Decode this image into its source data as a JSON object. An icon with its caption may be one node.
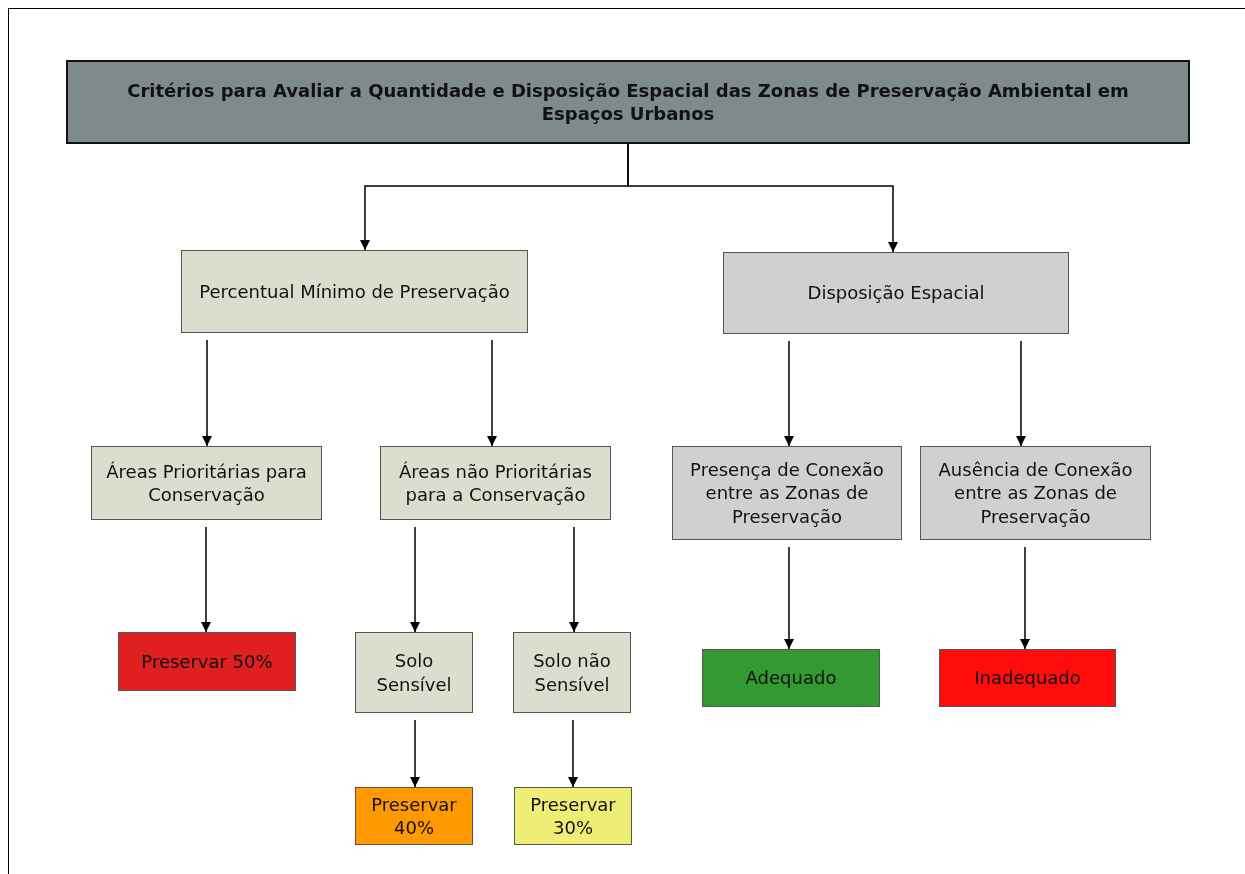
{
  "diagram": {
    "nodes": [
      {
        "text": [
          "Critérios para Avaliar a Quantidade e Disposição Espacial das Zonas de Preservação Ambiental em Espaços Urbanos"
        ]
      },
      {
        "text": [
          "Percentual Mínimo de Preservação"
        ]
      },
      {
        "text": [
          "Disposição Espacial"
        ]
      },
      {
        "text": [
          "Áreas Prioritárias para Conservação"
        ]
      },
      {
        "text": [
          "Áreas não Prioritárias para a Conservação"
        ]
      },
      {
        "text": [
          "Presença de Conexão entre as Zonas de Preservação"
        ]
      },
      {
        "text": [
          "Ausência de Conexão entre as Zonas de Preservação"
        ]
      },
      {
        "text": [
          "Preservar 50%"
        ]
      },
      {
        "text": [
          "Solo Sensível"
        ]
      },
      {
        "text": [
          "Solo não Sensível"
        ]
      },
      {
        "text": [
          "Adequado"
        ]
      },
      {
        "text": [
          "Inadequado"
        ]
      },
      {
        "text": [
          "Preservar 40%"
        ]
      },
      {
        "text": [
          "Preservar 30%"
        ]
      }
    ],
    "edges": [
      {
        "from": 0,
        "to": 1,
        "arrow": "to"
      },
      {
        "from": 0,
        "to": 2,
        "arrow": "to"
      },
      {
        "from": 1,
        "to": 3,
        "arrow": "to"
      },
      {
        "from": 1,
        "to": 4,
        "arrow": "to"
      },
      {
        "from": 2,
        "to": 5,
        "arrow": "to"
      },
      {
        "from": 2,
        "to": 6,
        "arrow": "to"
      },
      {
        "from": 3,
        "to": 7,
        "arrow": "to"
      },
      {
        "from": 4,
        "to": 8,
        "arrow": "to"
      },
      {
        "from": 4,
        "to": 9,
        "arrow": "to"
      },
      {
        "from": 5,
        "to": 10,
        "arrow": "to"
      },
      {
        "from": 6,
        "to": 11,
        "arrow": "to"
      },
      {
        "from": 8,
        "to": 12,
        "arrow": "to"
      },
      {
        "from": 9,
        "to": 13,
        "arrow": "to"
      }
    ]
  }
}
